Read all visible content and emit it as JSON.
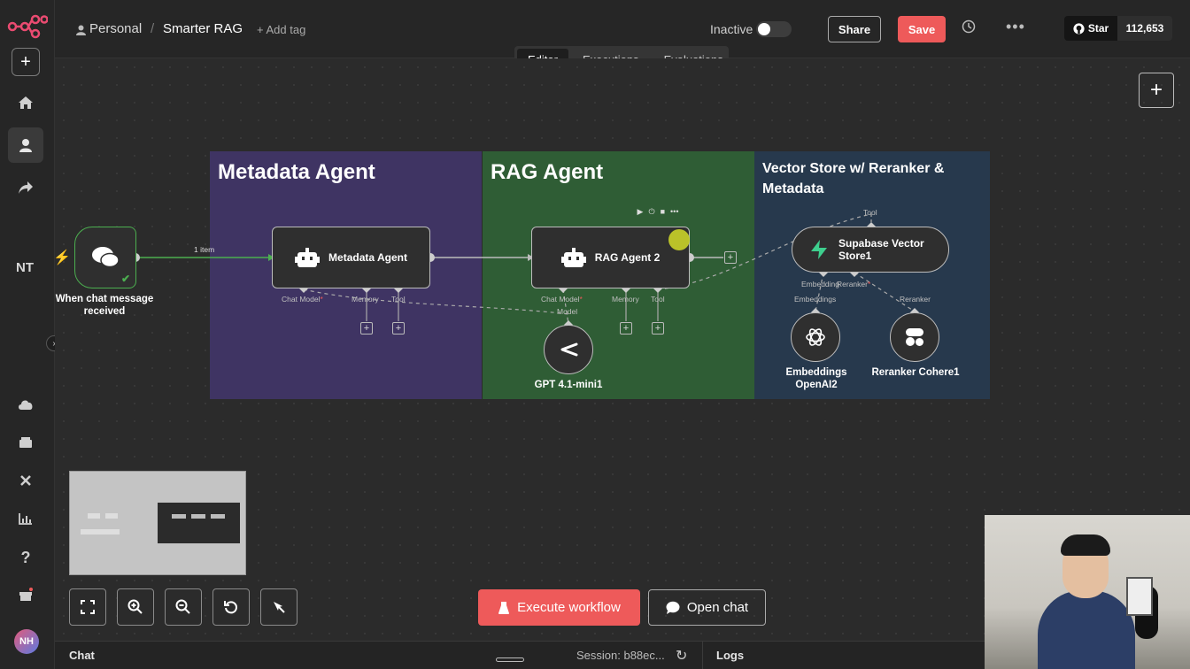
{
  "sidebar": {
    "initials": "NT",
    "avatar_initials": "NH"
  },
  "header": {
    "breadcrumb_project": "Personal",
    "breadcrumb_separator": "/",
    "workflow_name": "Smarter RAG",
    "add_tag": "+ Add tag",
    "status_label": "Inactive",
    "share": "Share",
    "save": "Save",
    "github_star": "Star",
    "github_count": "112,653"
  },
  "tabs": [
    {
      "label": "Editor",
      "active": true
    },
    {
      "label": "Executions",
      "active": false
    },
    {
      "label": "Evaluations",
      "active": false
    }
  ],
  "regions": {
    "metadata_title": "Metadata Agent",
    "rag_title": "RAG Agent",
    "vector_title": "Vector Store w/ Reranker & Metadata"
  },
  "nodes": {
    "trigger_label": "When chat message received",
    "edge_label": "1 item",
    "metadata_agent": "Metadata Agent",
    "rag_agent": "RAG Agent 2",
    "supabase": "Supabase Vector Store1",
    "gpt": "GPT 4.1-mini1",
    "embeddings": "Embeddings OpenAI2",
    "reranker": "Reranker Cohere1"
  },
  "ports": {
    "chat_model": "Chat Model",
    "memory": "Memory",
    "tool": "Tool",
    "model": "Model",
    "embedding": "Embedding",
    "reranker": "Reranker",
    "embeddings": "Embeddings",
    "tool_top": "Tool",
    "required_mark": "*"
  },
  "actions": {
    "execute": "Execute workflow",
    "open_chat": "Open chat"
  },
  "bottom": {
    "chat": "Chat",
    "session": "Session: b88ec...",
    "logs": "Logs"
  },
  "colors": {
    "save_red": "#ee5a5a",
    "metadata_region": "#3f3463",
    "rag_region": "#2f5d35",
    "vector_region": "#27394d",
    "connection_green": "#4caf50"
  }
}
